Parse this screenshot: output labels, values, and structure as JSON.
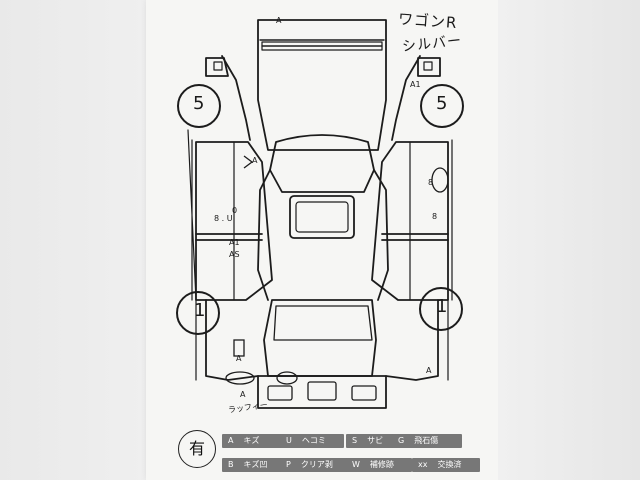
{
  "sheet": {
    "car_name": "ワゴンR",
    "car_color": "シルバー"
  },
  "tires": {
    "front_left": "5",
    "front_right": "5",
    "rear_left": "1",
    "rear_right": "1"
  },
  "marks": [
    {
      "id": "roof-front",
      "text": "A"
    },
    {
      "id": "mirror-right",
      "text": "A1"
    },
    {
      "id": "left-pillar",
      "text": "A"
    },
    {
      "id": "left-front-door-mark",
      "text": "8 . U"
    },
    {
      "id": "left-front-door-mark2",
      "text": "0"
    },
    {
      "id": "left-rear-door-mark",
      "text": "A1"
    },
    {
      "id": "left-rear-door-mark2",
      "text": "AS"
    },
    {
      "id": "right-front-door-mark",
      "text": "8"
    },
    {
      "id": "right-door-mark2",
      "text": "8"
    },
    {
      "id": "rear-left-mark",
      "text": "A"
    },
    {
      "id": "rear-bumper-left",
      "text": "A"
    },
    {
      "id": "rear-right-mark",
      "text": "A"
    },
    {
      "id": "rear-note",
      "text": "ラッフィー"
    }
  ],
  "legend": {
    "badge": "有",
    "items": [
      {
        "code": "A",
        "label": "キズ"
      },
      {
        "code": "U",
        "label": "ヘコミ"
      },
      {
        "code": "S",
        "label": "サビ"
      },
      {
        "code": "G",
        "label": "飛石傷"
      },
      {
        "code": "B",
        "label": "キズ凹"
      },
      {
        "code": "P",
        "label": "クリア剥"
      },
      {
        "code": "W",
        "label": "補修跡"
      },
      {
        "code": "xx",
        "label": "交換済"
      }
    ]
  }
}
